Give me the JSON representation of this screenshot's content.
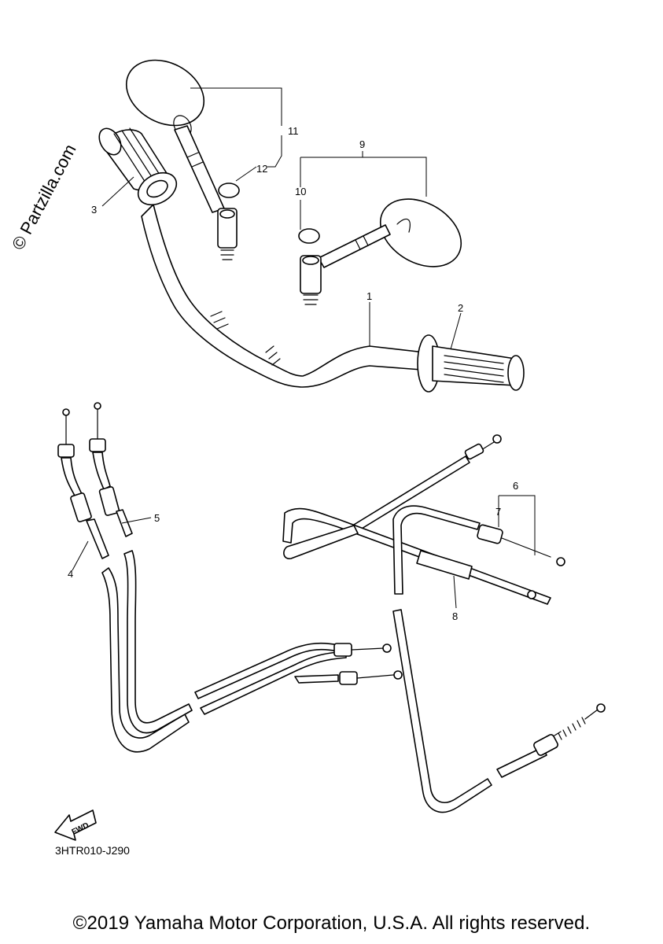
{
  "diagram": {
    "callouts": [
      "1",
      "2",
      "3",
      "4",
      "5",
      "6",
      "7",
      "8",
      "9",
      "10",
      "11",
      "12"
    ],
    "fwd_label": "FWD",
    "code": "3HTR010-J290",
    "watermark": "© Partzilla.com"
  },
  "footer": {
    "copyright": "©2019 Yamaha Motor Corporation, U.S.A. All rights reserved."
  }
}
